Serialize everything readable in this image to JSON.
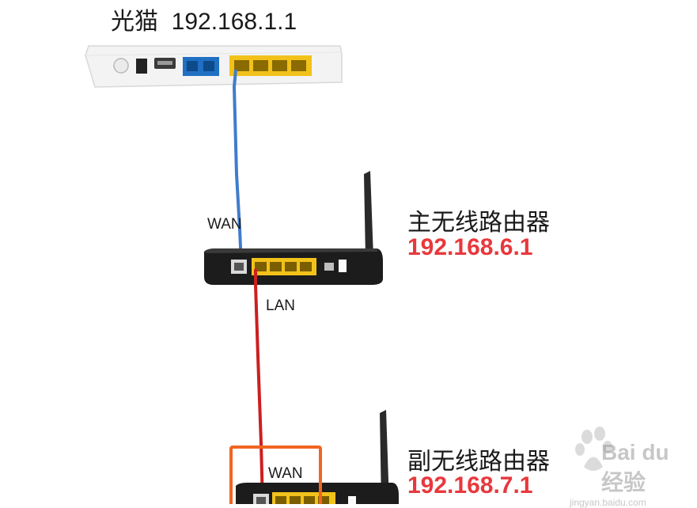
{
  "modem": {
    "name": "光猫",
    "ip": "192.168.1.1"
  },
  "main_router": {
    "name": "主无线路由器",
    "ip": "192.168.6.1",
    "port_wan": "WAN",
    "port_lan": "LAN"
  },
  "sub_router": {
    "name": "副无线路由器",
    "ip": "192.168.7.1",
    "port_wan": "WAN"
  },
  "watermark": {
    "brand": "Bai du 经验",
    "url": "jingyan.baidu.com"
  },
  "colors": {
    "ip_accent": "#e8383d",
    "cable_wan": "#3f7ccc",
    "cable_lan": "#cc1f1f",
    "highlight": "#f26522",
    "port_yellow": "#f2c21b"
  }
}
